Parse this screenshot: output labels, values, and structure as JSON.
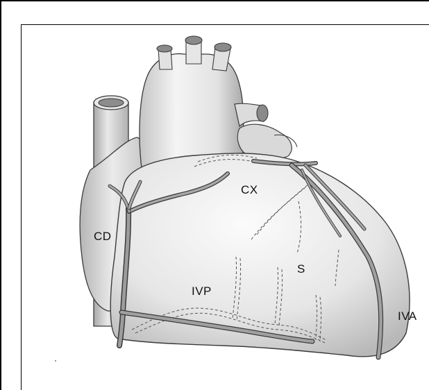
{
  "labels": {
    "cd": "CD",
    "cx": "CX",
    "s": "S",
    "ivp": "IVP",
    "iva": "IVA"
  },
  "colors": {
    "outline": "#3a3a3a",
    "vessel_fill": "#9a9a9a",
    "heart_light": "#f2f2f2",
    "heart_shadow": "#b9b9b9"
  }
}
